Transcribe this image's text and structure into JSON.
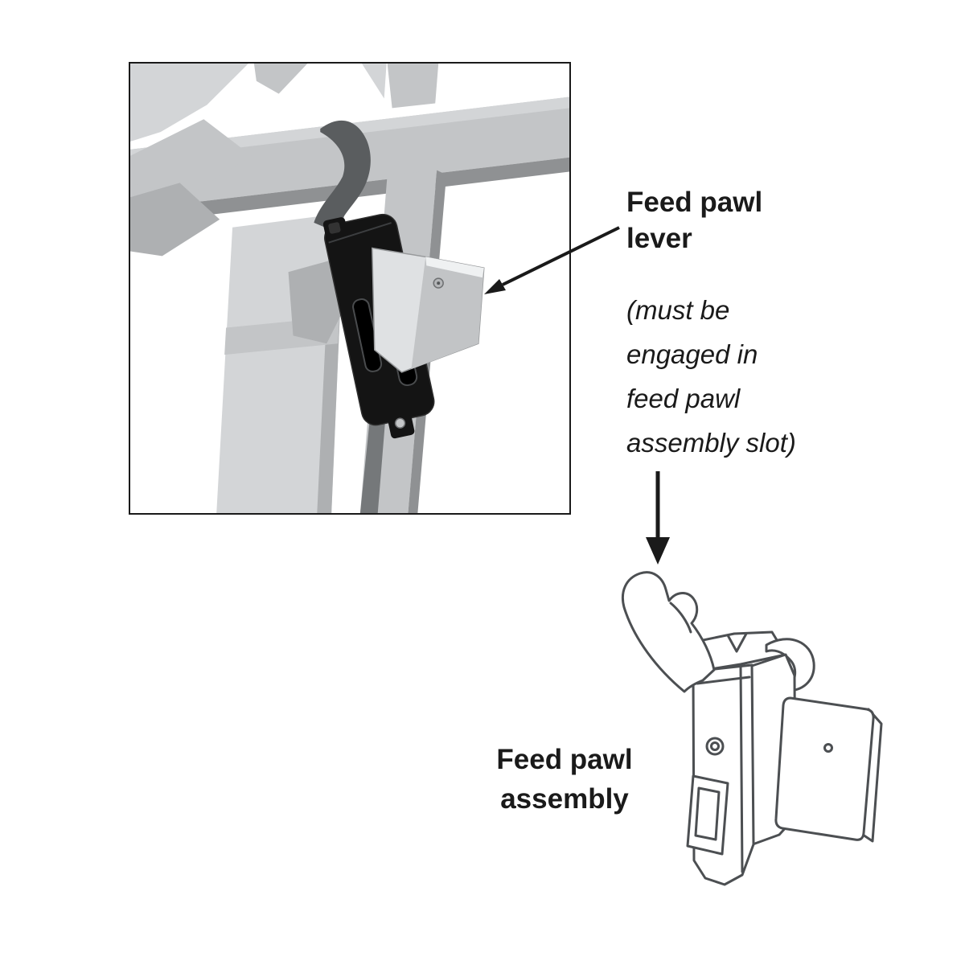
{
  "labels": {
    "lever_title_lines": [
      "Feed pawl",
      "lever"
    ],
    "lever_note_lines": [
      "(must be",
      "engaged in",
      "feed pawl",
      "assembly slot)"
    ],
    "assembly_title_lines": [
      "Feed pawl",
      "assembly"
    ]
  },
  "icons": {
    "lever_callout_arrow": "arrow-pointing-to-lever",
    "down_arrow": "arrow-pointing-to-assembly-drawing"
  },
  "colors": {
    "text": "#1a1a1a",
    "arrow": "#1a1a1a",
    "inset_border": "#1a1a1a",
    "background": "#ffffff",
    "machine_grey_light": "#d3d5d7",
    "machine_grey": "#c3c5c7",
    "machine_grey_mid": "#aeb0b2",
    "machine_grey_dark": "#8f9193",
    "machine_grey_deep": "#5a5d5f",
    "assembly_black": "#141414",
    "lever_silver": "#dfe1e3",
    "lever_silver_shade": "#c2c4c6",
    "line_art": "#4c4f52"
  }
}
